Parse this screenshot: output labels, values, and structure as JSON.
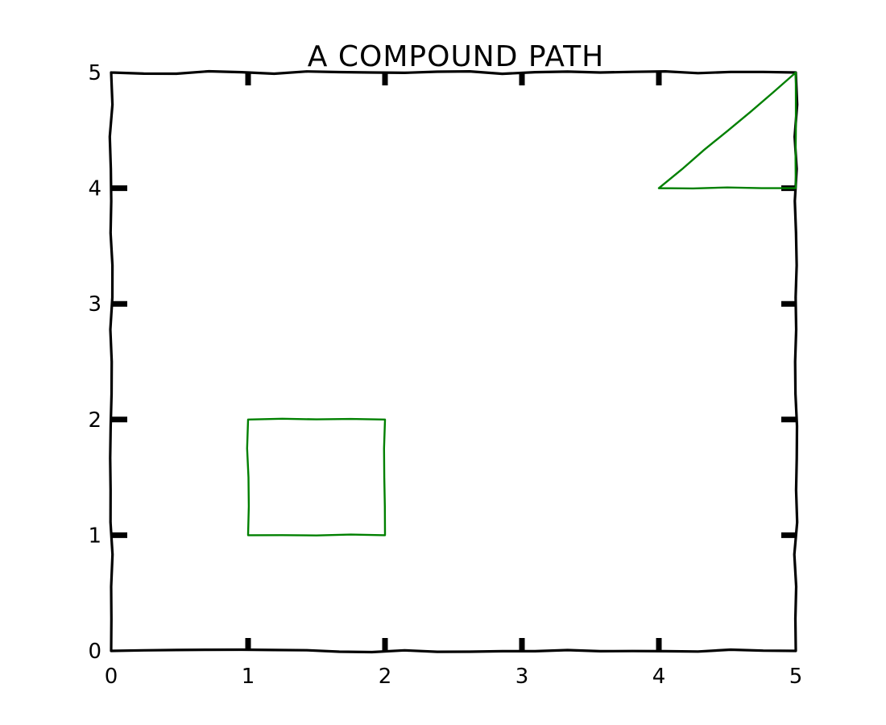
{
  "chart_data": {
    "type": "line",
    "title": "A COMPOUND PATH",
    "xlabel": "",
    "ylabel": "",
    "xlim": [
      0,
      5
    ],
    "ylim": [
      0,
      5
    ],
    "grid": false,
    "style": "xkcd",
    "x_ticks": [
      "0",
      "1",
      "2",
      "3",
      "4",
      "5"
    ],
    "y_ticks": [
      "0",
      "1",
      "2",
      "3",
      "4",
      "5"
    ],
    "series": [
      {
        "shape": "rectangle",
        "color": "#008000",
        "points": [
          [
            1,
            1
          ],
          [
            2,
            1
          ],
          [
            2,
            2
          ],
          [
            1,
            2
          ],
          [
            1,
            1
          ]
        ]
      },
      {
        "shape": "triangle",
        "color": "#008000",
        "points": [
          [
            4,
            4
          ],
          [
            5,
            5
          ],
          [
            5,
            4
          ],
          [
            4,
            4
          ]
        ]
      }
    ]
  }
}
